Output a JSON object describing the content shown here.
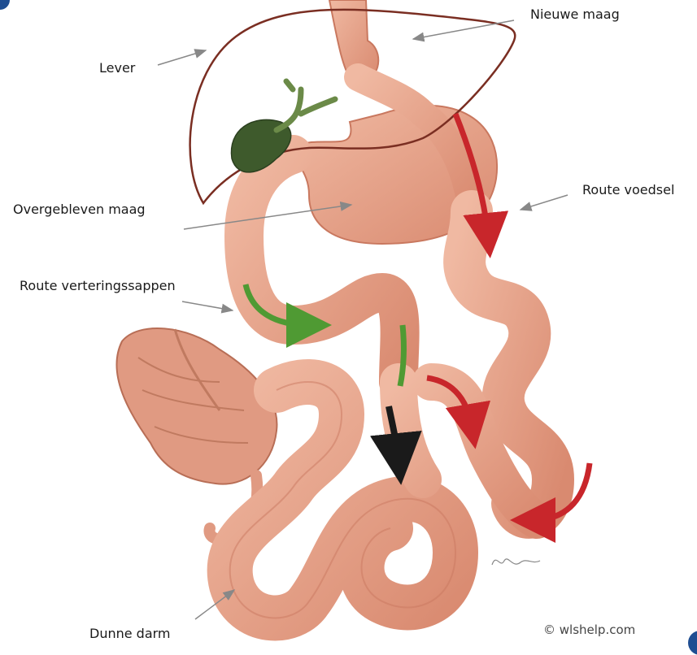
{
  "labels": {
    "nieuwe_maag": "Nieuwe maag",
    "lever": "Lever",
    "overgebleven_maag": "Overgebleven maag",
    "route_voedsel": "Route voedsel",
    "route_verteringssappen": "Route verteringssappen",
    "dunne_darm": "Dunne darm"
  },
  "credit": "© wlshelp.com",
  "colors": {
    "intestine": "#e5a189",
    "intestine_shade": "#c9785f",
    "liver_outline": "#7a2e22",
    "gallbladder": "#3e5a2c",
    "food_route_arrow": "#c8262b",
    "juices_route_arrow": "#4f9a33",
    "combined_route_arrow": "#1a1a1a",
    "pointer_line": "#888888",
    "corner_badge": "#1f4e92"
  }
}
